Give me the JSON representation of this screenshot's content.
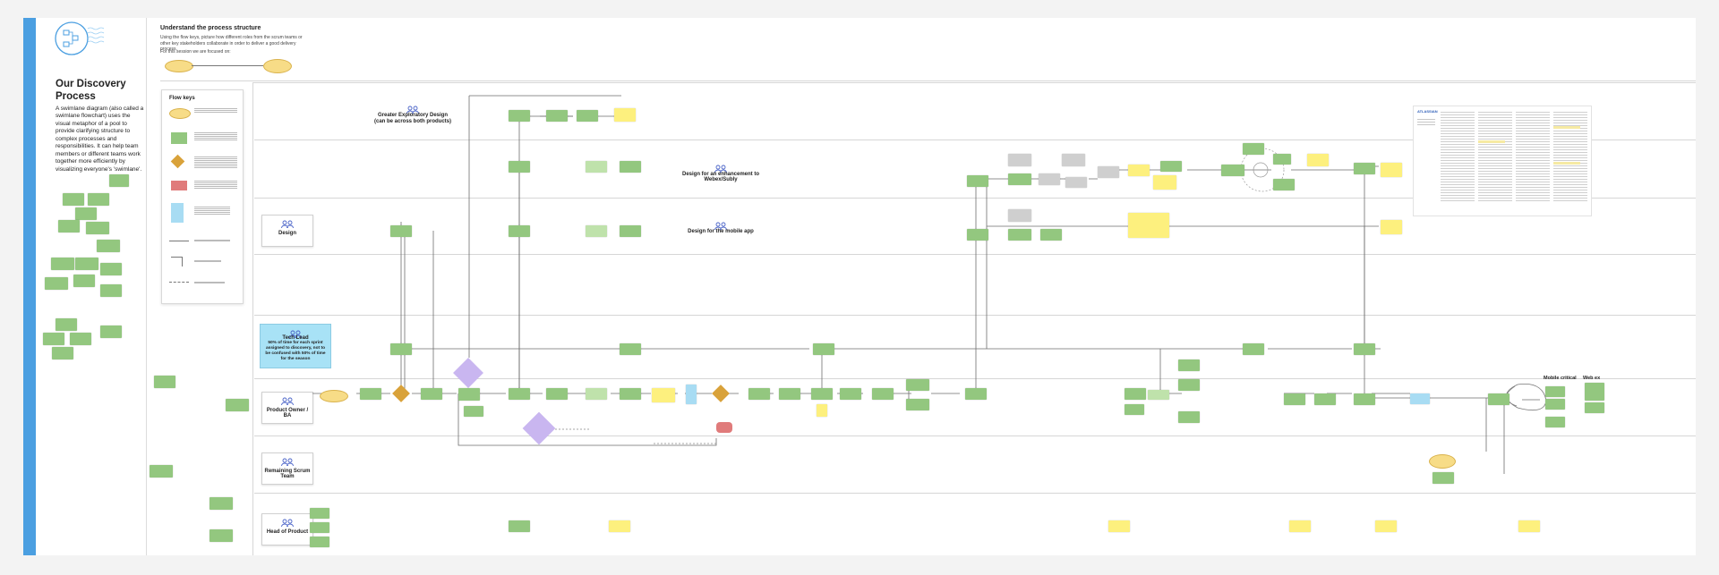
{
  "sidebar": {
    "title": "Our Discovery Process",
    "description": "A swimlane diagram (also called a swimlane flowchart) uses the visual metaphor of a pool to provide clarifying structure to complex processes and responsibilities. It can help team members or different teams work together more efficiently by visualizing everyone's 'swimlane'.",
    "logo_icon": "swimlane-diagram-icon",
    "accent_color": "#4b9fe1"
  },
  "header": {
    "title": "Understand the process structure",
    "description": "Using the flow keys, picture how different roles from the scrum teams or other key stakeholders collaborate in order to deliver a good delivery process.",
    "focus_label": "For this session we are focused on:"
  },
  "flow_keys": {
    "title": "Flow keys"
  },
  "lanes": {
    "design": "Design",
    "tech_lead": "Tech Lead",
    "tech_lead_note": "50% of time for each sprint assigned to discovery, not to be confused with 50% of time for the season",
    "product_owner": "Product Owner / BA",
    "remaining_scrum": "Remaining Scrum Team",
    "head_of_product": "Head of Product"
  },
  "sections": {
    "greater_design": "Greater Exploratory Design",
    "greater_design_sub": "(can be across both products)",
    "webex": "Design for an enhancement to Webex/Subly",
    "mobile": "Design for the mobile app"
  },
  "right_panel": {
    "mobile_critical": "Mobile critical",
    "web_ex": "Web ex"
  },
  "embedded_doc": {
    "brand": "ATLASSIAN"
  },
  "colors": {
    "process_note": "#93c77f",
    "decision": "#d9a23a",
    "stop": "#e07b7b",
    "question": "#fdf07e",
    "exploration": "#c9b6f0",
    "handoff": "#a8dcf3",
    "pending": "#cfcfcf"
  }
}
